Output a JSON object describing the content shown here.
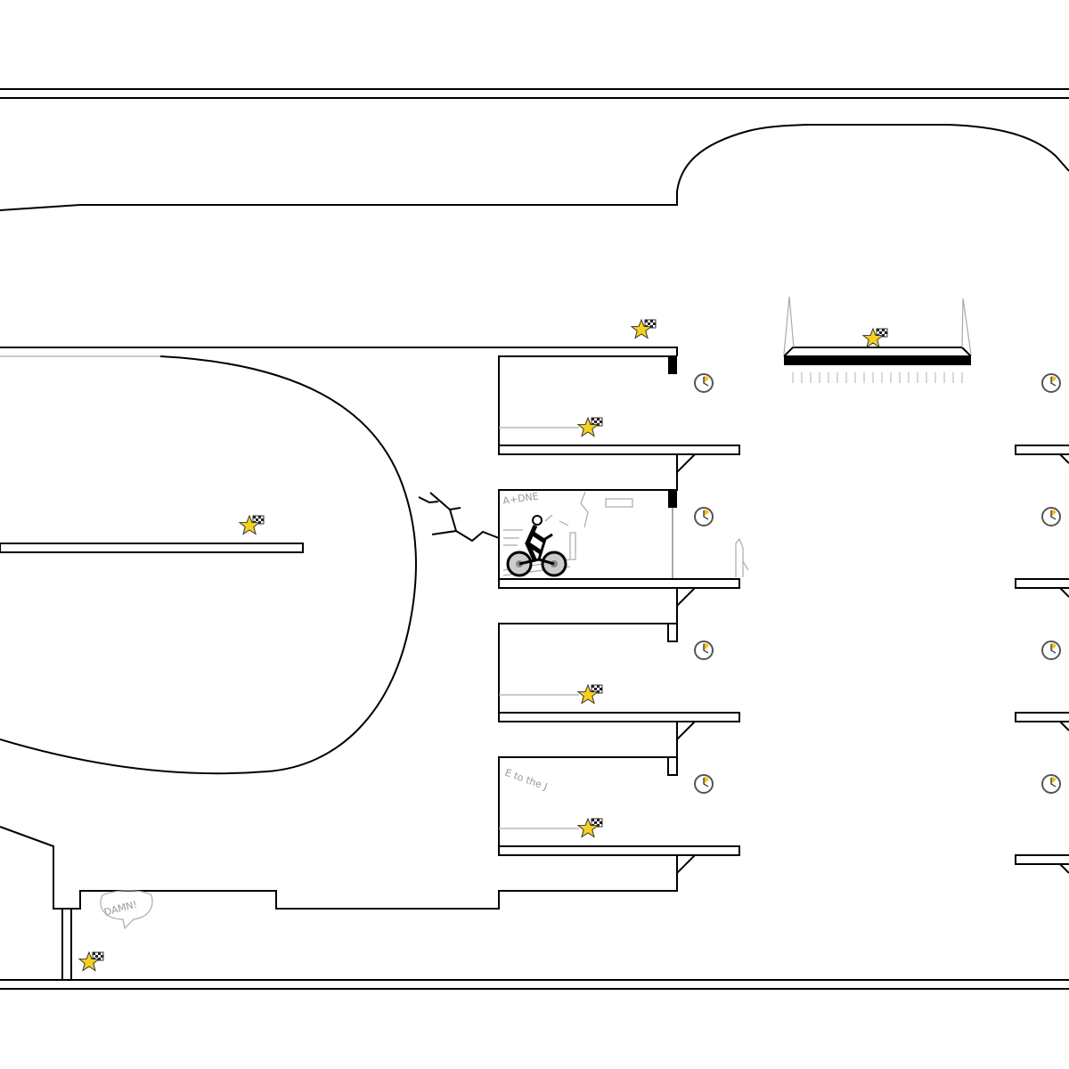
{
  "game": {
    "scribbles": {
      "wall_tag": "A+DNE",
      "speech": "DAMN!",
      "note": "E to the J"
    },
    "colors": {
      "track": "#000000",
      "scenery": "#aaaaaa",
      "star": "#f5d020",
      "clock": "#f0c020"
    },
    "items": {
      "goals": 7,
      "slow_motion_clocks": 8
    }
  }
}
